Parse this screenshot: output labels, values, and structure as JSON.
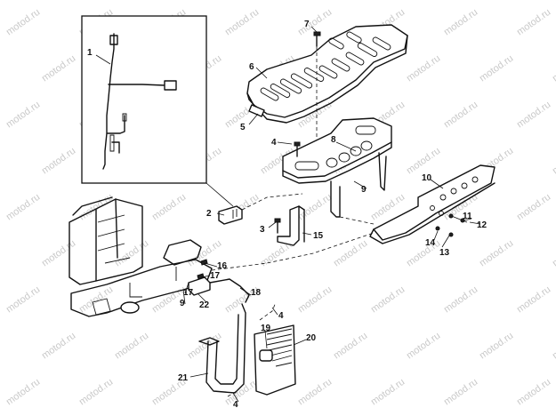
{
  "watermark": "motod.ru",
  "callouts": [
    {
      "id": "1",
      "label": "1"
    },
    {
      "id": "2",
      "label": "2"
    },
    {
      "id": "3",
      "label": "3"
    },
    {
      "id": "4a",
      "label": "4"
    },
    {
      "id": "4b",
      "label": "4"
    },
    {
      "id": "4c",
      "label": "4"
    },
    {
      "id": "5",
      "label": "5"
    },
    {
      "id": "6",
      "label": "6"
    },
    {
      "id": "7",
      "label": "7"
    },
    {
      "id": "8",
      "label": "8"
    },
    {
      "id": "9a",
      "label": "9"
    },
    {
      "id": "9b",
      "label": "9"
    },
    {
      "id": "10",
      "label": "10"
    },
    {
      "id": "11",
      "label": "11"
    },
    {
      "id": "12",
      "label": "12"
    },
    {
      "id": "13",
      "label": "13"
    },
    {
      "id": "14",
      "label": "14"
    },
    {
      "id": "15",
      "label": "15"
    },
    {
      "id": "16",
      "label": "16"
    },
    {
      "id": "17a",
      "label": "17"
    },
    {
      "id": "17b",
      "label": "17"
    },
    {
      "id": "18",
      "label": "18"
    },
    {
      "id": "19",
      "label": "19"
    },
    {
      "id": "20",
      "label": "20"
    },
    {
      "id": "21",
      "label": "21"
    },
    {
      "id": "22",
      "label": "22"
    }
  ]
}
